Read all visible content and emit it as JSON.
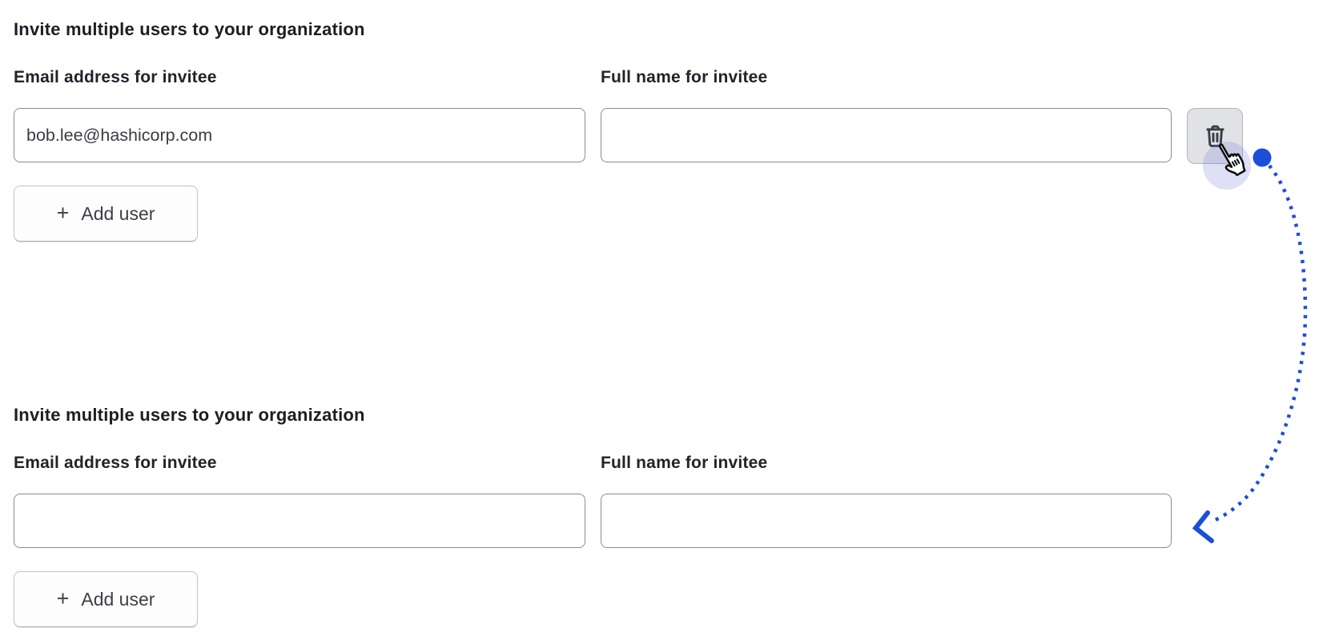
{
  "page": {
    "background": "#ffffff",
    "accent_color": "#1c4fd8"
  },
  "sections": [
    {
      "heading": "Invite multiple users to your organization",
      "email": {
        "label": "Email address for invitee",
        "value": "bob.lee@hashicorp.com"
      },
      "full_name": {
        "label": "Full name for invitee",
        "value": ""
      },
      "add_user": {
        "icon_glyph": "+",
        "label": "Add user"
      },
      "delete_button": {
        "icon": "trash"
      }
    },
    {
      "heading": "Invite multiple users to your organization",
      "email": {
        "label": "Email address for invitee",
        "value": ""
      },
      "full_name": {
        "label": "Full name for invitee",
        "value": ""
      },
      "add_user": {
        "icon_glyph": "+",
        "label": "Add user"
      }
    }
  ],
  "annotation": {
    "color": "#1c4fd8",
    "halo_color": "rgba(125,133,220,0.25)",
    "style": "dotted-curved-arrow-with-start-dot",
    "cursor": "hand-pointer"
  }
}
